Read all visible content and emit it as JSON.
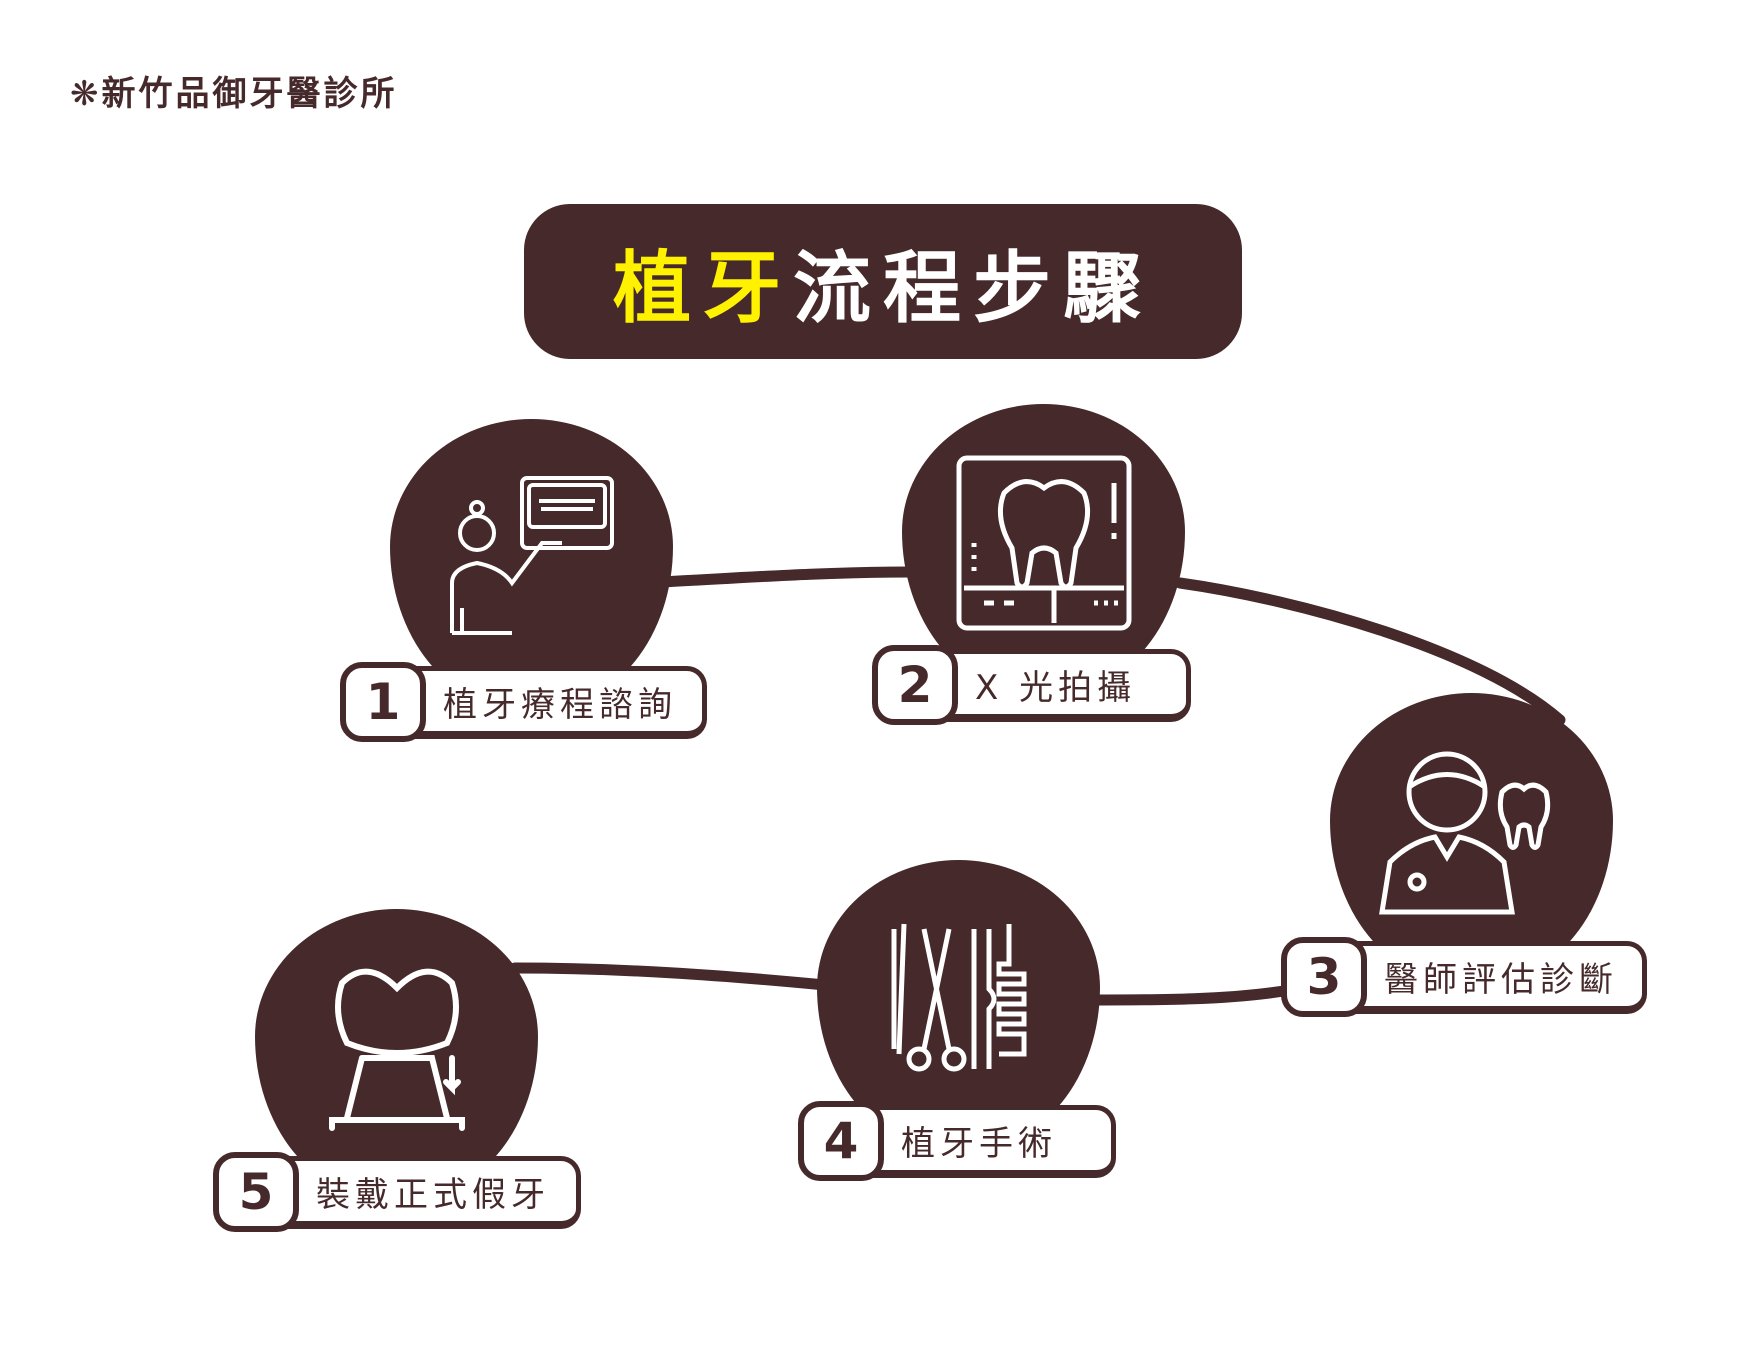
{
  "logo": {
    "mark": "❋",
    "text": "新竹品御牙醫診所"
  },
  "title": {
    "highlight": "植牙",
    "rest": "流程步驟"
  },
  "colors": {
    "primary": "#46292a",
    "highlight": "#fff200",
    "background": "#ffffff"
  },
  "steps": [
    {
      "number": "1",
      "label": "植牙療程諮詢",
      "icon": "dentist-presenting-xray-icon"
    },
    {
      "number": "2",
      "label": "X 光拍攝",
      "icon": "tooth-xray-monitor-icon"
    },
    {
      "number": "3",
      "label": "醫師評估診斷",
      "icon": "doctor-with-tooth-icon"
    },
    {
      "number": "4",
      "label": "植牙手術",
      "icon": "surgical-tools-icon"
    },
    {
      "number": "5",
      "label": "裝戴正式假牙",
      "icon": "crown-on-implant-icon"
    }
  ]
}
